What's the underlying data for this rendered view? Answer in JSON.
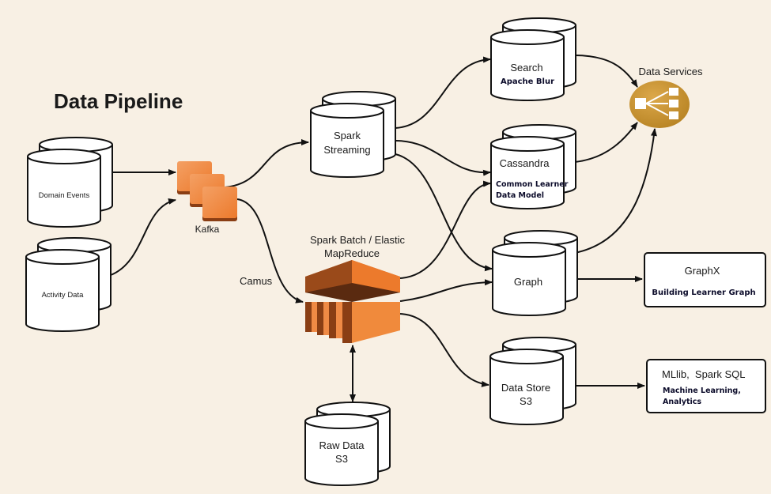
{
  "title": "Data Pipeline",
  "colors": {
    "background": "#f8f0e4",
    "aws_orange": "#f08a3c",
    "aws_dark": "#8a3e14",
    "services_gold": "#c8922e",
    "stroke": "#111111"
  },
  "nodes": {
    "domain_events": {
      "label": "Domain Events",
      "icon": "database-icon"
    },
    "activity_data": {
      "label": "Activity Data",
      "icon": "database-icon"
    },
    "kafka": {
      "label": "Kafka",
      "icon": "kafka-stream-icon"
    },
    "camus": {
      "label": "Camus"
    },
    "spark_streaming": {
      "line1": "Spark",
      "line2": "Streaming",
      "icon": "database-icon"
    },
    "spark_batch": {
      "line1": "Spark Batch / Elastic",
      "line2": "MapReduce",
      "icon": "emr-icon"
    },
    "raw_data": {
      "line1": "Raw Data",
      "line2": "S3",
      "icon": "database-icon"
    },
    "search": {
      "label": "Search",
      "sub": "Apache Blur",
      "icon": "database-icon"
    },
    "cassandra": {
      "label": "Cassandra",
      "sub1": "Common Learner",
      "sub2": "Data Model",
      "icon": "database-icon"
    },
    "graph": {
      "label": "Graph",
      "icon": "database-icon"
    },
    "data_store": {
      "line1": "Data Store",
      "line2": "S3",
      "icon": "database-icon"
    },
    "data_services": {
      "label": "Data Services",
      "icon": "data-services-icon"
    },
    "graphx": {
      "label": "GraphX",
      "sub": "Building Learner Graph"
    },
    "mllib": {
      "label": "MLlib,  Spark SQL",
      "sub1": "Machine Learning,",
      "sub2": "Analytics"
    }
  },
  "edges": [
    {
      "from": "domain_events",
      "to": "kafka"
    },
    {
      "from": "activity_data",
      "to": "kafka"
    },
    {
      "from": "kafka",
      "to": "spark_streaming"
    },
    {
      "from": "kafka",
      "to": "spark_batch",
      "label": "Camus"
    },
    {
      "from": "spark_streaming",
      "to": "search"
    },
    {
      "from": "spark_streaming",
      "to": "cassandra"
    },
    {
      "from": "spark_streaming",
      "to": "graph"
    },
    {
      "from": "spark_batch",
      "to": "cassandra"
    },
    {
      "from": "spark_batch",
      "to": "graph"
    },
    {
      "from": "spark_batch",
      "to": "data_store"
    },
    {
      "from": "spark_batch",
      "to": "raw_data",
      "bidirectional": true
    },
    {
      "from": "search",
      "to": "data_services"
    },
    {
      "from": "cassandra",
      "to": "data_services"
    },
    {
      "from": "graph",
      "to": "data_services"
    },
    {
      "from": "graph",
      "to": "graphx"
    },
    {
      "from": "data_store",
      "to": "mllib"
    }
  ]
}
